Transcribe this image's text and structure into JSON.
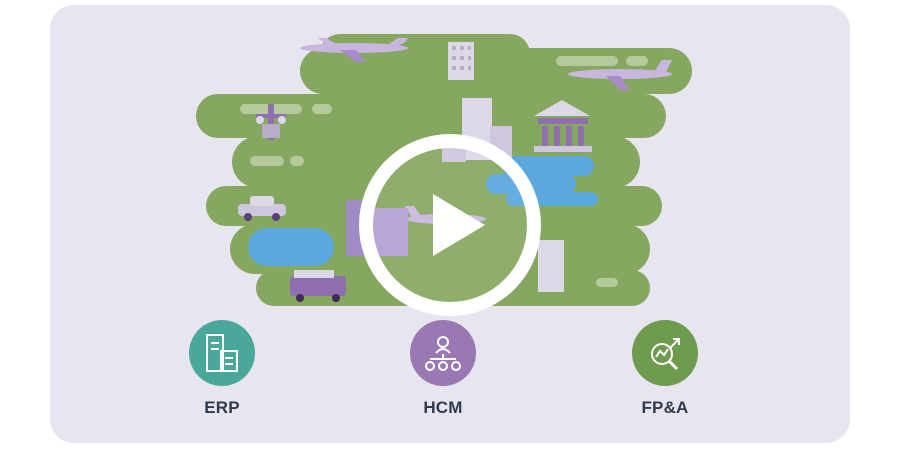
{
  "video": {
    "play_icon": "play-icon",
    "colors": {
      "land": "#86a75f",
      "water": "#5aa8de",
      "accent": "#8f6fb0",
      "background": "#e7e5ef"
    }
  },
  "modules": [
    {
      "label": "ERP",
      "icon": "buildings-icon",
      "color": "#4aa89b"
    },
    {
      "label": "HCM",
      "icon": "org-chart-icon",
      "color": "#9a78b3"
    },
    {
      "label": "FP&A",
      "icon": "analytics-magnifier-icon",
      "color": "#6f9b4f"
    }
  ]
}
